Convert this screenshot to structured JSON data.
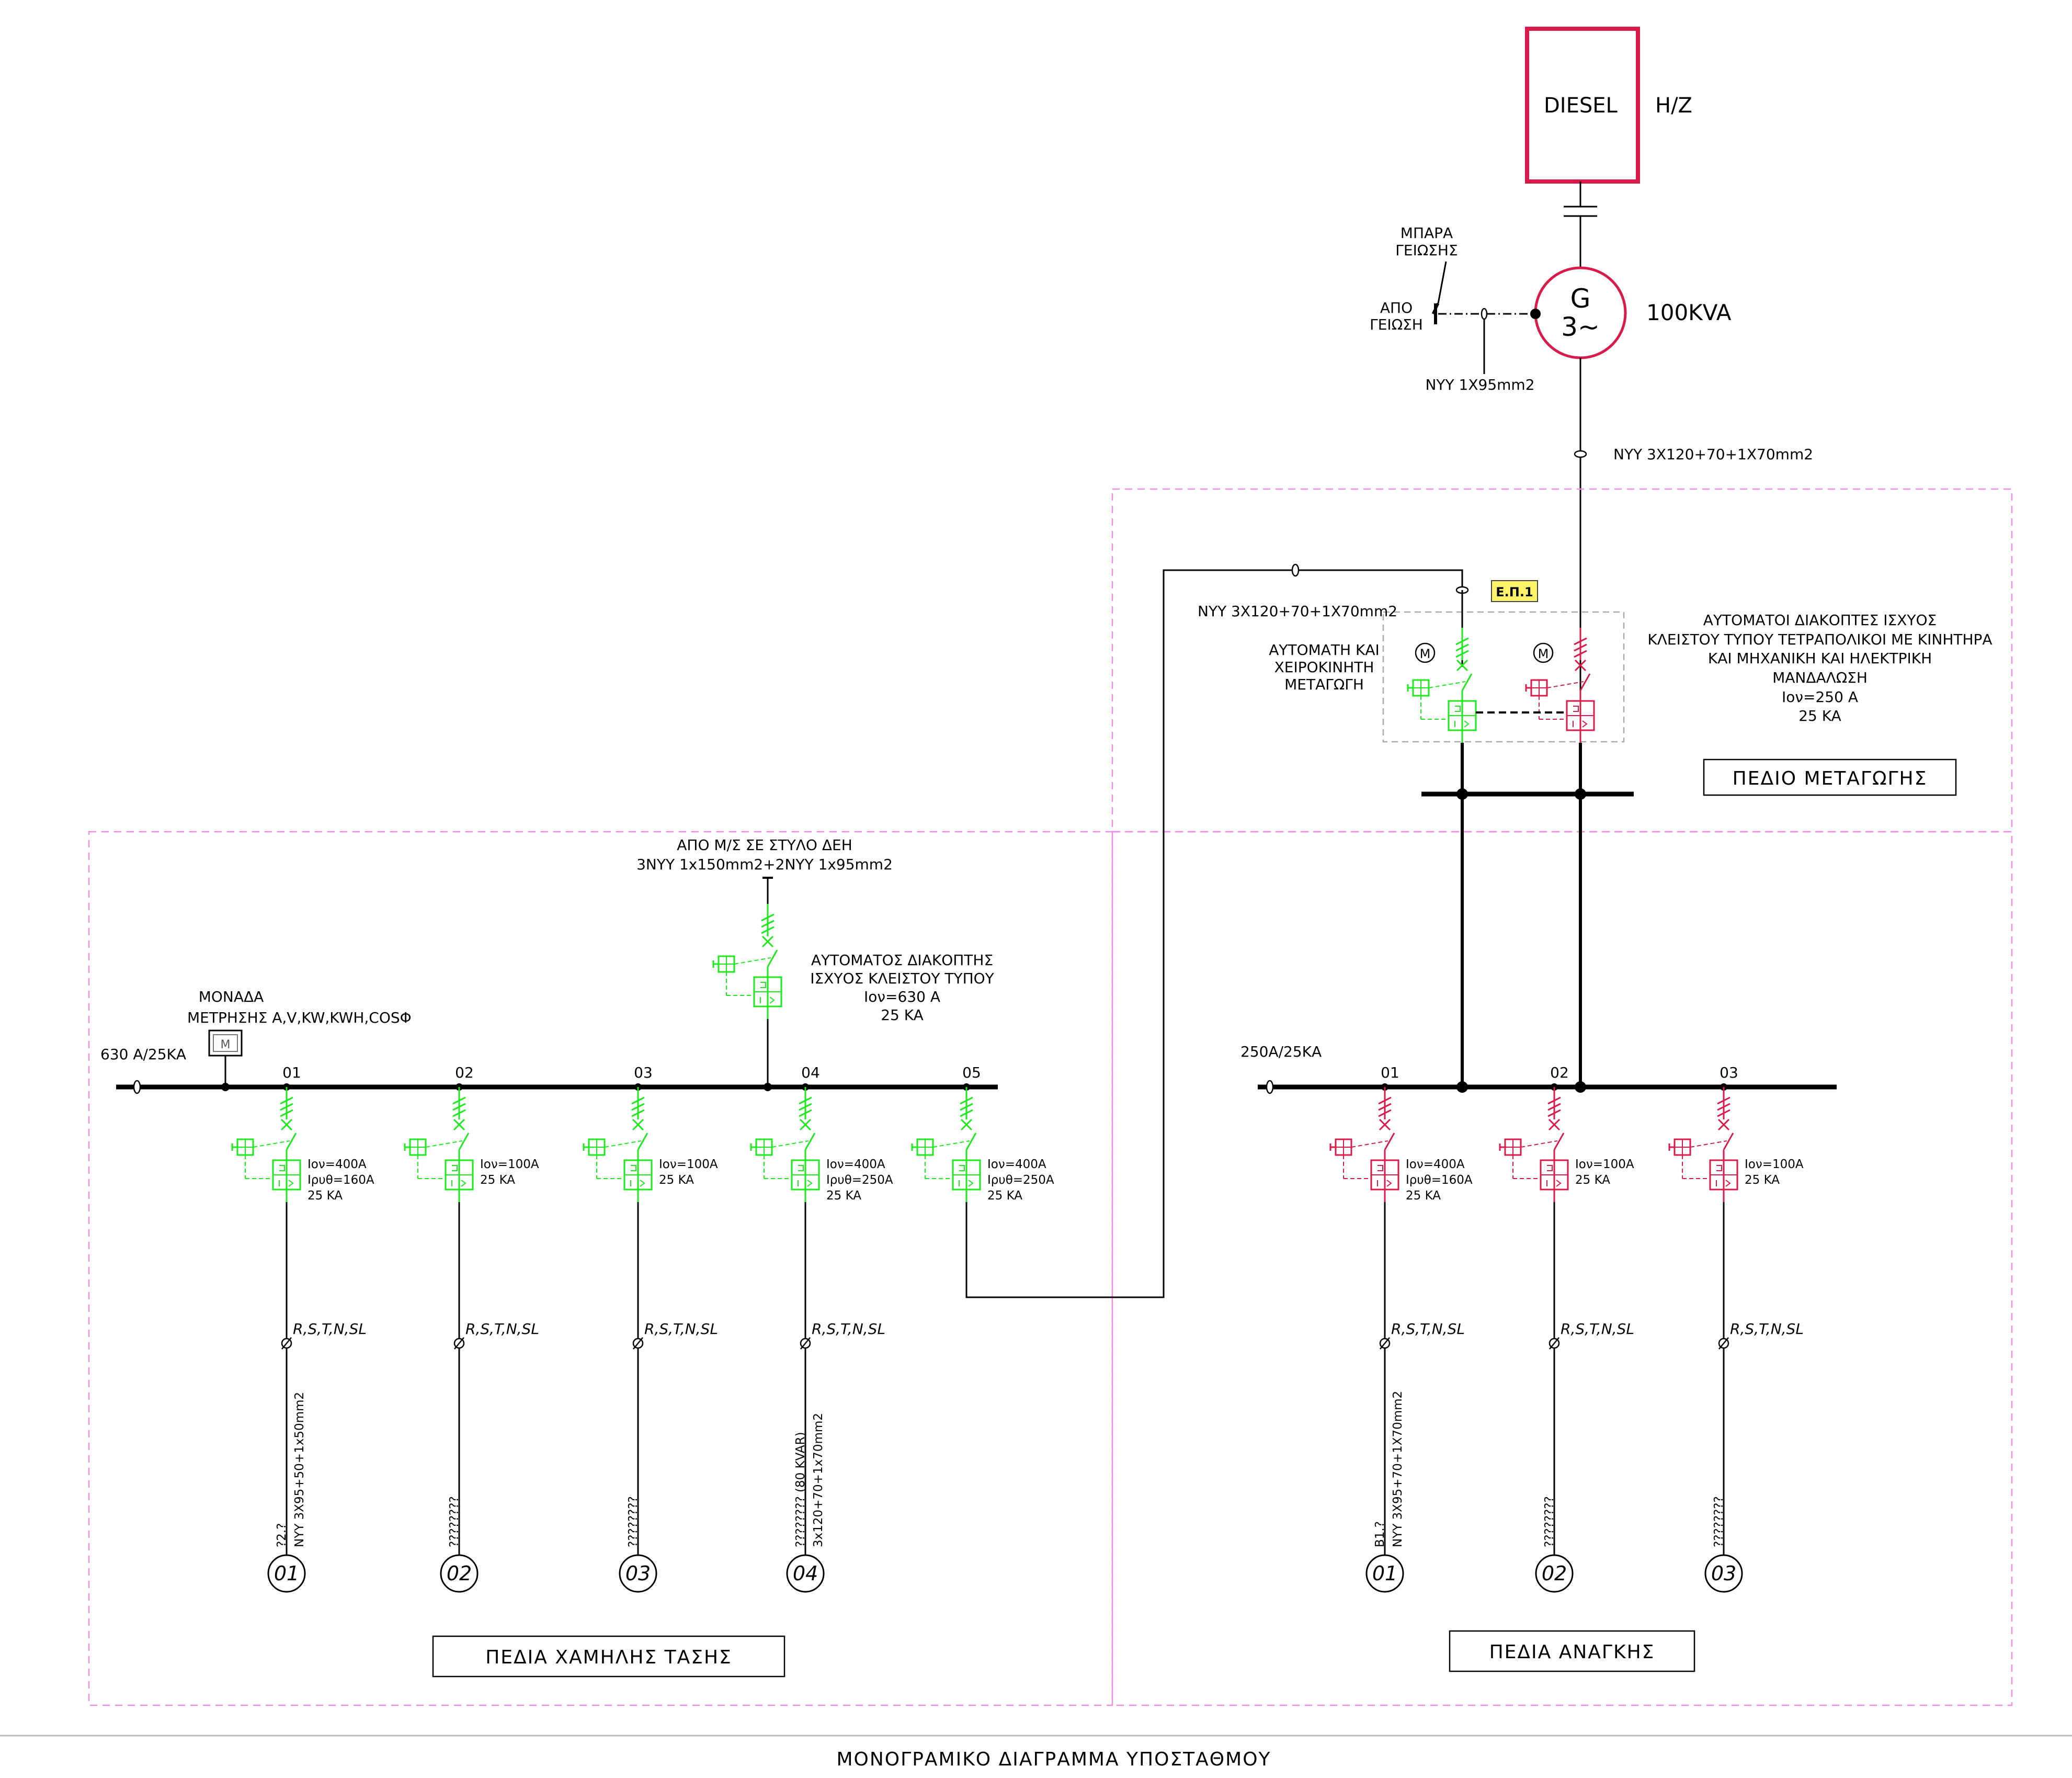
{
  "diesel": {
    "label": "DIESEL",
    "suffix": "H/Z",
    "color": "#d81b4a"
  },
  "generator": {
    "line1": "G",
    "line2": "3~",
    "rating": "100KVA"
  },
  "ground": {
    "bar_line1": "ΜΠΑΡΑ",
    "bar_line2": "ΓΕΙΩΣΗΣ",
    "from_line1": "ΑΠΟ",
    "from_line2": "ΓΕΙΩΣΗ",
    "cable": "NYY 1X95mm2"
  },
  "gen_cable": "NYY 3X120+70+1X70mm2",
  "transfer": {
    "tag": "Ε.Π.1",
    "tag_color": "#fff36b",
    "feeder_cable": "NYY 3X120+70+1X70mm2",
    "auto_line1": "ΑΥΤΟΜΑΤΗ ΚΑΙ",
    "auto_line2": "ΧΕΙΡΟΚΙΝΗΤΗ",
    "auto_line3": "ΜΕΤΑΓΩΓΗ",
    "motor": "M",
    "desc": [
      "ΑΥΤΟΜΑΤΟΙ ΔΙΑΚΟΠΤΕΣ ΙΣΧΥΟΣ",
      "ΚΛΕΙΣΤΟΥ ΤΥΠΟΥ ΤΕΤΡΑΠΟΛΙΚΟΙ ΜΕ ΚΙΝΗΤΗΡΑ",
      "ΚΑΙ ΜΗΧΑΝΙΚΗ ΚΑΙ ΗΛΕΚΤΡΙΚΗ",
      "ΜΑΝΔΑΛΩΣΗ",
      "Iον=250 Α",
      "25 KA"
    ],
    "panel_title": "ΠΕΔΙΟ ΜΕΤΑΓΩΓΗΣ"
  },
  "main_supply": {
    "line1": "ΑΠΟ Μ/Σ ΣΕ ΣΤΥΛΟ ΔΕΗ",
    "line2": "3NYY 1x150mm2+2NYY 1x95mm2",
    "desc": [
      "ΑΥΤΟΜΑΤΟΣ ΔΙΑΚΟΠΤΗΣ",
      "ΙΣΧΥΟΣ ΚΛΕΙΣΤΟΥ ΤΥΠΟΥ",
      "Iον=630 Α",
      "25 KA"
    ]
  },
  "meter": {
    "line1": "ΜΟΝΑΔΑ",
    "line2": "ΜΕΤΡΗΣΗΣ Α,V,KW,KWH,COSΦ",
    "symbol": "M"
  },
  "lv": {
    "bus_rating": "630 Α/25ΚΑ",
    "panel_title": "ΠΕΔΙΑ ΧΑΜΗΛΗΣ ΤΑΣΗΣ",
    "color": "#1ee81e",
    "feeders": [
      {
        "num": "01",
        "rating": [
          "Iον=400A",
          "Iρυθ=160A",
          "25 KA"
        ],
        "phases": "R,S,T,N,SL",
        "cable": "NYY 3X95+50+1x50mm2",
        "load": "?2.?",
        "circle": "01"
      },
      {
        "num": "02",
        "rating": [
          "Iον=100A",
          "25 KA"
        ],
        "phases": "R,S,T,N,SL",
        "cable": "",
        "load": "????????",
        "circle": "02"
      },
      {
        "num": "03",
        "rating": [
          "Iον=100A",
          "25 KA"
        ],
        "phases": "R,S,T,N,SL",
        "cable": "",
        "load": "????????",
        "circle": "03"
      },
      {
        "num": "04",
        "rating": [
          "Iον=400A",
          "Iρυθ=250A",
          "25 KA"
        ],
        "phases": "R,S,T,N,SL",
        "cable": "3x120+70+1x70mm2",
        "load": "???????? (80 KVAR)",
        "circle": "04"
      },
      {
        "num": "05",
        "rating": [
          "Iον=400A",
          "Iρυθ=250A",
          "25 KA"
        ],
        "phases": "",
        "cable": "",
        "load": "",
        "circle": ""
      }
    ]
  },
  "emergency": {
    "bus_rating": "250Α/25ΚΑ",
    "panel_title": "ΠΕΔΙΑ ΑΝΑΓΚΗΣ",
    "color": "#d81b4a",
    "feeders": [
      {
        "num": "01",
        "rating": [
          "Iον=400A",
          "Iρυθ=160A",
          "25 KA"
        ],
        "phases": "R,S,T,N,SL",
        "cable": "NYY 3X95+70+1X70mm2",
        "load": "B1.?",
        "circle": "01"
      },
      {
        "num": "02",
        "rating": [
          "Iον=100A",
          "25 KA"
        ],
        "phases": "R,S,T,N,SL",
        "cable": "",
        "load": "????????",
        "circle": "02"
      },
      {
        "num": "03",
        "rating": [
          "Iον=100A",
          "25 KA"
        ],
        "phases": "R,S,T,N,SL",
        "cable": "",
        "load": "????????",
        "circle": "03"
      }
    ]
  },
  "footer_title": "ΜΟΝΟΓΡΑΜΙΚΟ ΔΙΑΓΡΑΜΜΑ ΥΠΟΣΤΑΘΜΟΥ"
}
